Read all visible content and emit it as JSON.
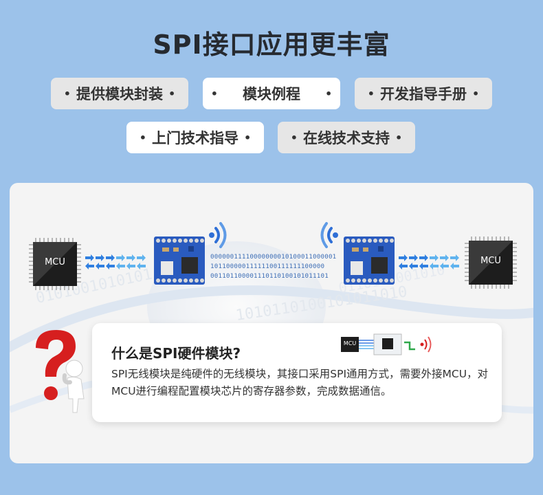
{
  "header": {
    "title": "SPI接口应用更丰富"
  },
  "tags": [
    {
      "label": "提供模块封装",
      "active": false
    },
    {
      "label": "模块例程",
      "active": true
    },
    {
      "label": "开发指导手册",
      "active": false
    },
    {
      "label": "上门技术指导",
      "active": false
    },
    {
      "label": "在线技术支持",
      "active": false
    }
  ],
  "diagram": {
    "mcu_left_label": "MCU",
    "mcu_right_label": "MCU",
    "binary_lines": [
      "00000011110000000010100011000001",
      "10110000011111100111111100000",
      "001101100001110110100101011101"
    ],
    "colors": {
      "arrow": "#2f7fe0",
      "arrow_light": "#5fb3ee",
      "module_board": "#2a5bbf",
      "wifi": "#2f6fd6"
    }
  },
  "info_card": {
    "title": "什么是SPI硬件模块?",
    "description": "SPI无线模块是纯硬件的无线模块，其接口采用SPI通用方式，需要外接MCU，对MCU进行编程配置模块芯片的寄存器参数，完成数据通信。",
    "icon_mcu_label": "MCU"
  }
}
